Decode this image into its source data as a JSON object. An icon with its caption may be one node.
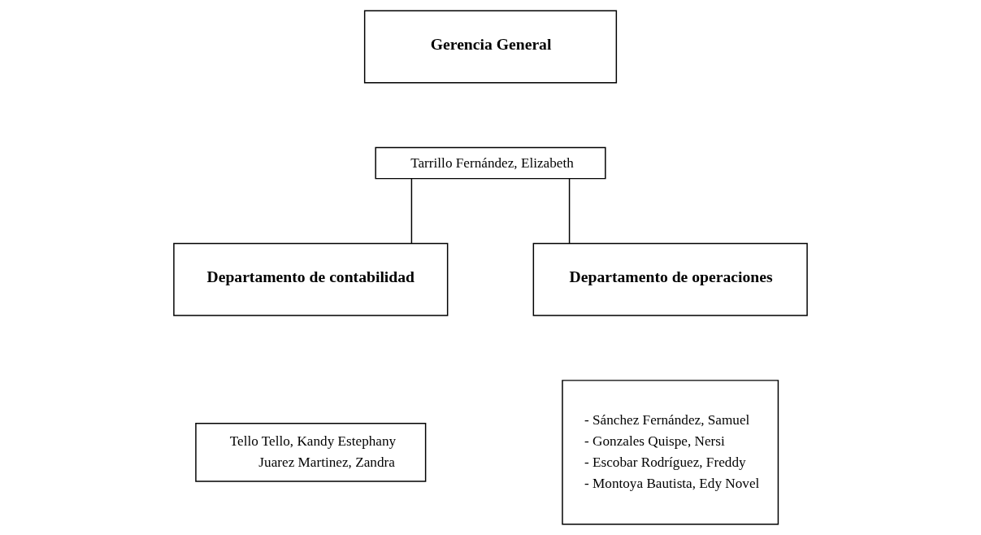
{
  "diagram": {
    "nodes": [
      {
        "text": [
          "Gerencia General"
        ]
      },
      {
        "text": [
          "Tarrillo Fernández, Elizabeth"
        ]
      },
      {
        "text": [
          "Departamento de contabilidad"
        ]
      },
      {
        "text": [
          "Tello Tello, Kandy Estephany",
          "Juarez Martinez, Zandra"
        ]
      },
      {
        "text": [
          "Departamento de operaciones"
        ]
      },
      {
        "text": [
          "- Sánchez Fernández, Samuel",
          "- Gonzales Quispe, Nersi",
          "- Escobar Rodríguez, Freddy",
          "- Montoya Bautista, Edy Novel"
        ]
      }
    ],
    "edges": [
      {
        "from": 1,
        "to": 2,
        "arrow": "none"
      },
      {
        "from": 1,
        "to": 4,
        "arrow": "none"
      }
    ]
  }
}
